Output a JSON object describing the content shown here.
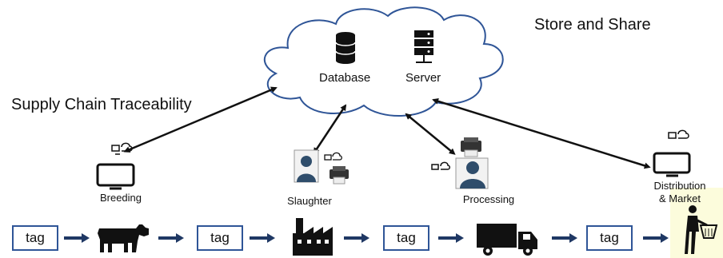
{
  "header": {
    "store_share": "Store and Share",
    "traceability": "Supply Chain Traceability"
  },
  "cloud": {
    "database_label": "Database",
    "server_label": "Server"
  },
  "stages": [
    {
      "label": "Breeding"
    },
    {
      "label": "Slaughter"
    },
    {
      "label": "Processing"
    },
    {
      "label": "Distribution\n& Market"
    }
  ],
  "tags": [
    "tag",
    "tag",
    "tag",
    "tag"
  ],
  "colors": {
    "arrow": "#1f3864",
    "tag_border": "#2f5597",
    "line": "#111111"
  },
  "icons": [
    "database-icon",
    "server-icon",
    "monitor-cloud-icon",
    "person-printer-icon",
    "cow-icon",
    "factory-icon",
    "truck-icon",
    "shopper-icon"
  ]
}
